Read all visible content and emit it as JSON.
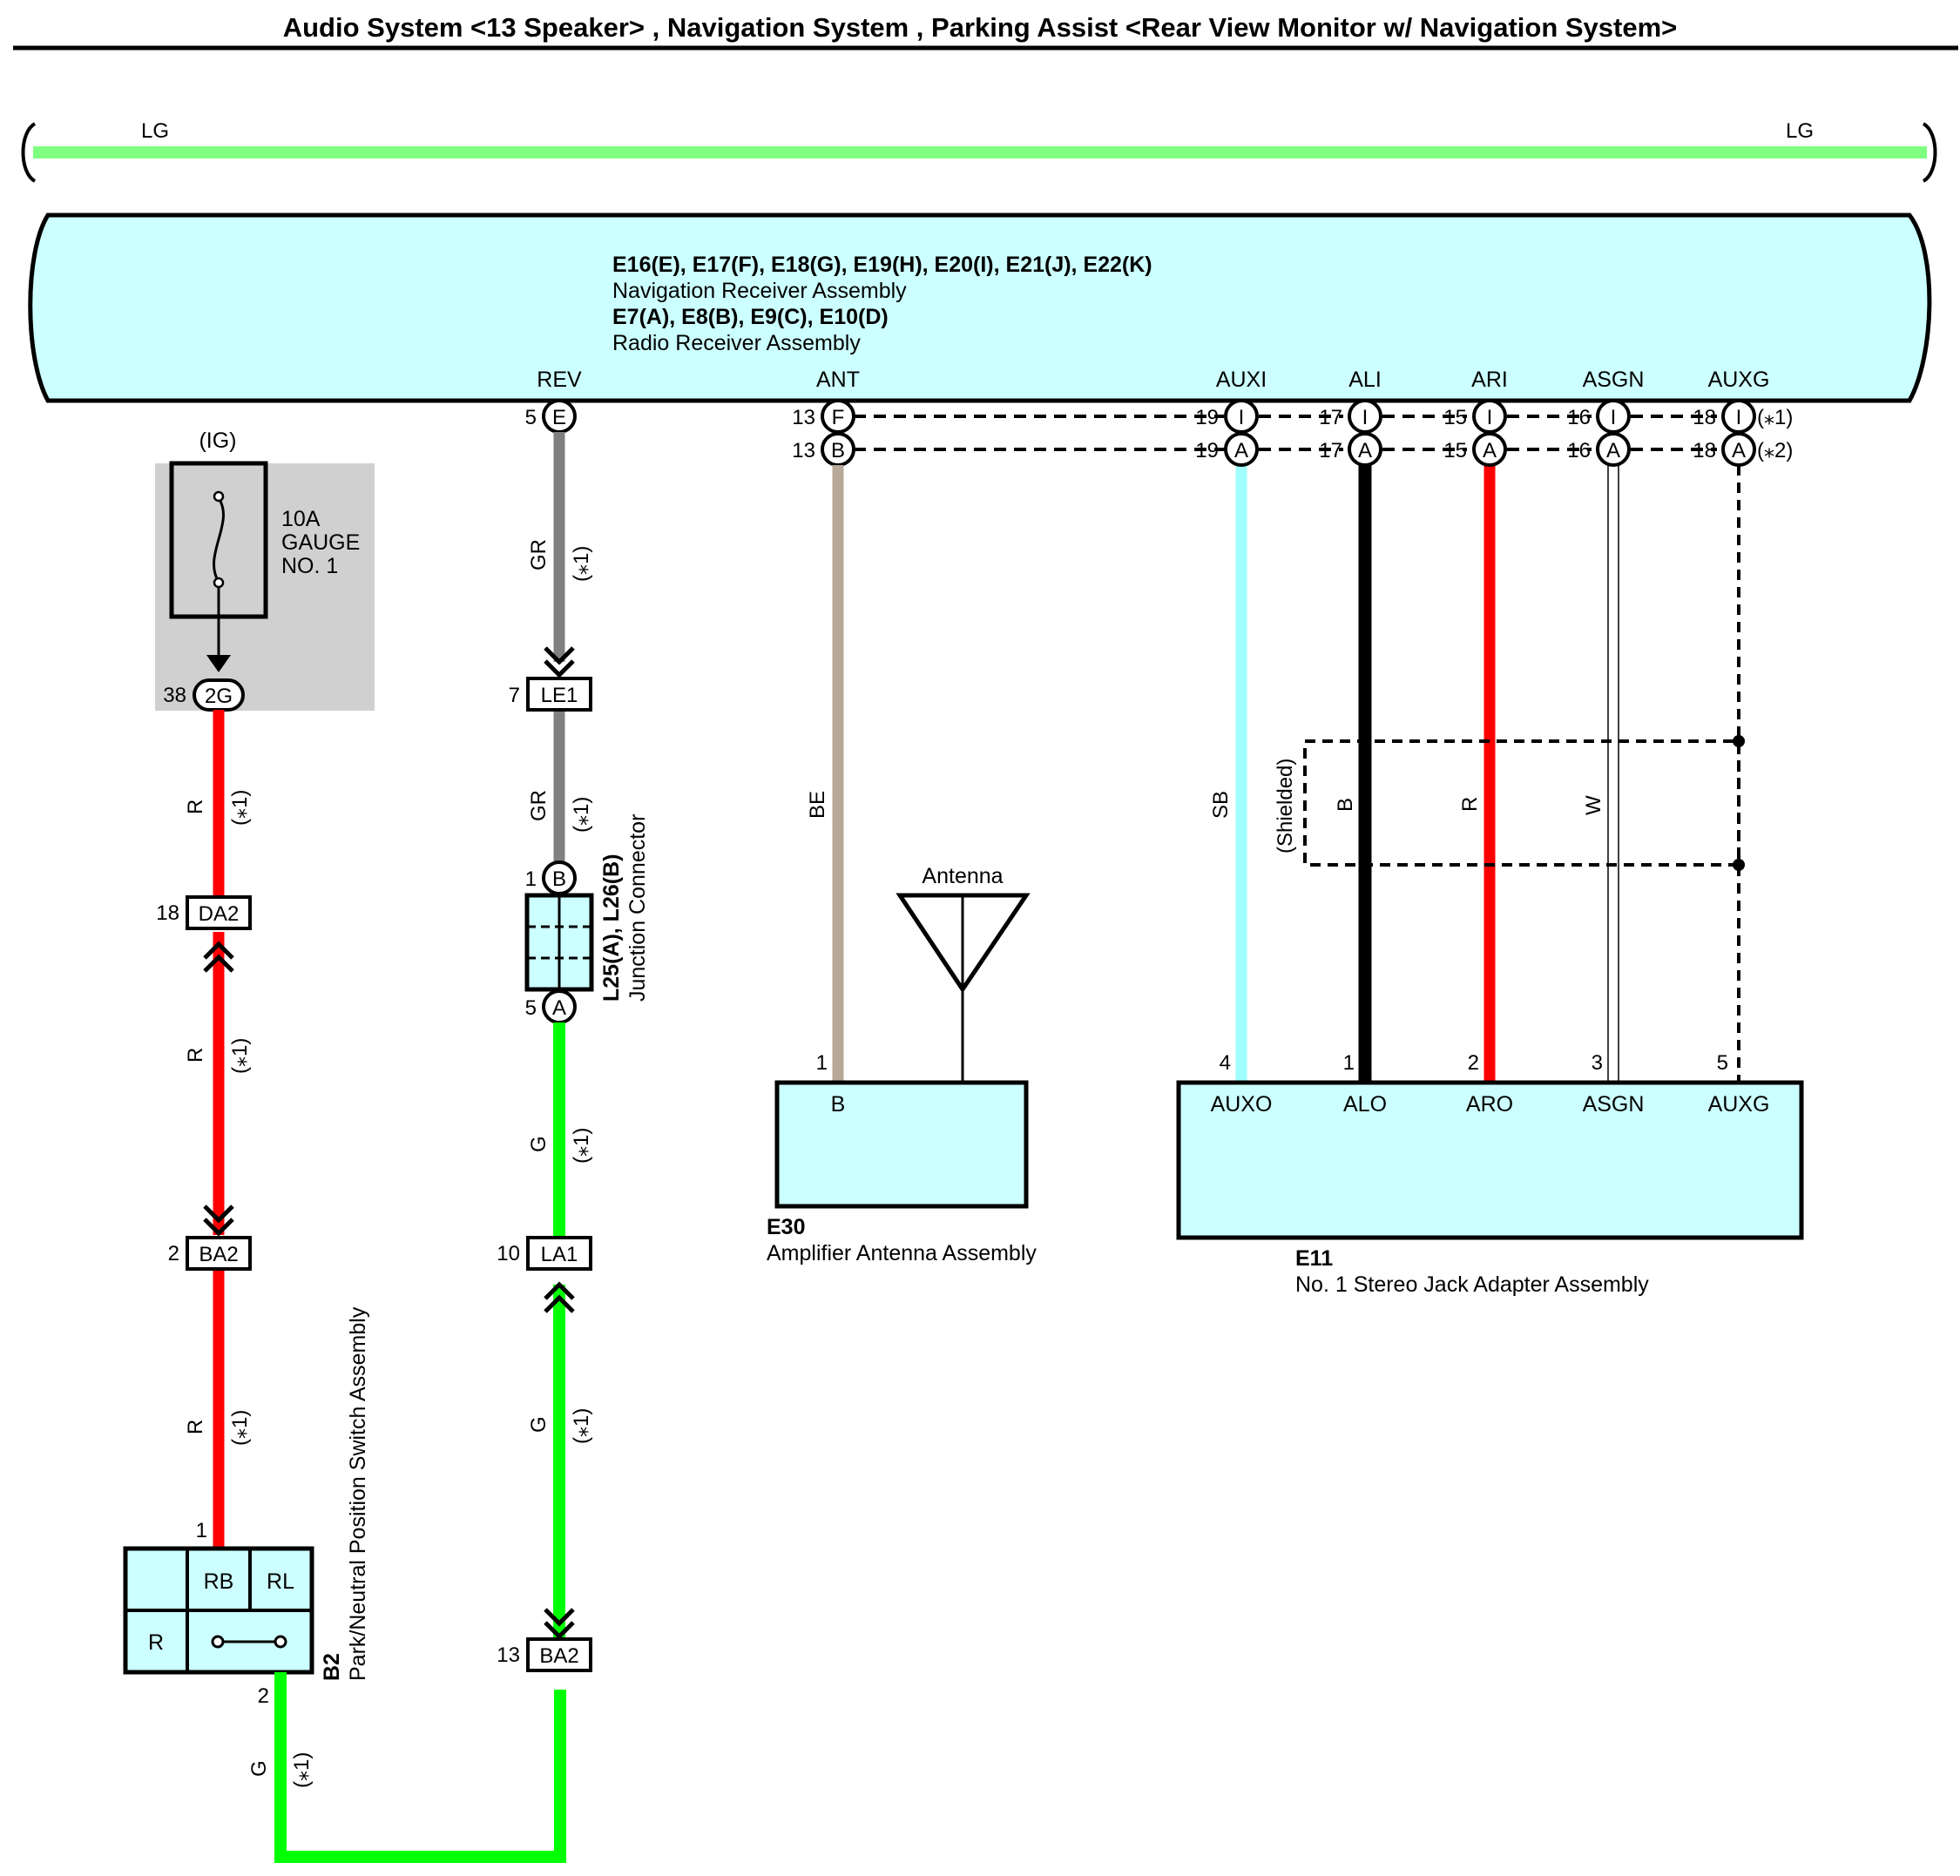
{
  "title": "Audio System <13 Speaker> , Navigation System , Parking Assist <Rear View Monitor w/ Navigation System>",
  "colors": {
    "LG": "#80ff80",
    "R": "#ff0000",
    "GR": "#808080",
    "G": "#00ff00",
    "BE": "#b8a898",
    "SB": "#a0ffff",
    "B": "#000000",
    "W": "#ffffff",
    "component_fill": "#ccffff",
    "fuse_box_fill": "#d0d0d0"
  },
  "bus": {
    "left_label": "LG",
    "right_label": "LG"
  },
  "main_component": {
    "line1": "E16(E), E17(F), E18(G), E19(H), E20(I), E21(J), E22(K)",
    "line2": "Navigation Receiver Assembly",
    "line3": "E7(A), E8(B), E9(C), E10(D)",
    "line4": "Radio Receiver Assembly",
    "terminals": [
      "REV",
      "ANT",
      "AUXI",
      "ALI",
      "ARI",
      "ASGN",
      "AUXG"
    ]
  },
  "pins": {
    "rev": {
      "num": "5",
      "letter": "E"
    },
    "ant_f": {
      "num": "13",
      "letter": "F"
    },
    "ant_b": {
      "num": "13",
      "letter": "B"
    },
    "auxi_i": {
      "num": "19",
      "letter": "I"
    },
    "auxi_a": {
      "num": "19",
      "letter": "A"
    },
    "ali_i": {
      "num": "17",
      "letter": "I"
    },
    "ali_a": {
      "num": "17",
      "letter": "A"
    },
    "ari_i": {
      "num": "15",
      "letter": "I"
    },
    "ari_a": {
      "num": "15",
      "letter": "A"
    },
    "asgn_i": {
      "num": "16",
      "letter": "I"
    },
    "asgn_a": {
      "num": "16",
      "letter": "A"
    },
    "auxg_i": {
      "num": "18",
      "letter": "I"
    },
    "auxg_a": {
      "num": "18",
      "letter": "A"
    },
    "note1": "(⁎1)",
    "note2": "(⁎2)"
  },
  "fuse": {
    "ig": "(IG)",
    "rating": "10A",
    "name1": "GAUGE",
    "name2": "NO. 1",
    "conn_num": "38",
    "conn_id": "2G"
  },
  "left_circuit": {
    "wire_color": "R",
    "note": "(⁎1)",
    "da2_num": "18",
    "da2_id": "DA2",
    "ba2_num": "2",
    "ba2_id": "BA2",
    "pin1": "1",
    "pin2": "2",
    "g_wire": "G"
  },
  "switch": {
    "code": "B2",
    "name": "Park/Neutral Position Switch Assembly",
    "cells": [
      "RB",
      "RL",
      "R"
    ]
  },
  "mid_circuit": {
    "wire_gr": "GR",
    "wire_g": "G",
    "note": "(⁎1)",
    "le1_num": "7",
    "le1_id": "LE1",
    "jc_in_num": "1",
    "jc_in_letter": "B",
    "jc_out_num": "5",
    "jc_out_letter": "A",
    "jc_code": "L25(A), L26(B)",
    "jc_name": "Junction Connector",
    "la1_num": "10",
    "la1_id": "LA1",
    "ba2_num": "13",
    "ba2_id": "BA2"
  },
  "antenna": {
    "wire": "BE",
    "label": "Antenna",
    "pin": "1",
    "term": "B",
    "code": "E30",
    "name": "Amplifier Antenna Assembly"
  },
  "jack": {
    "wires": [
      "SB",
      "B",
      "R",
      "W"
    ],
    "shielded": "(Shielded)",
    "pins": [
      "4",
      "1",
      "2",
      "3",
      "5"
    ],
    "terms": [
      "AUXO",
      "ALO",
      "ARO",
      "ASGN",
      "AUXG"
    ],
    "code": "E11",
    "name": "No.  1 Stereo Jack Adapter Assembly"
  }
}
